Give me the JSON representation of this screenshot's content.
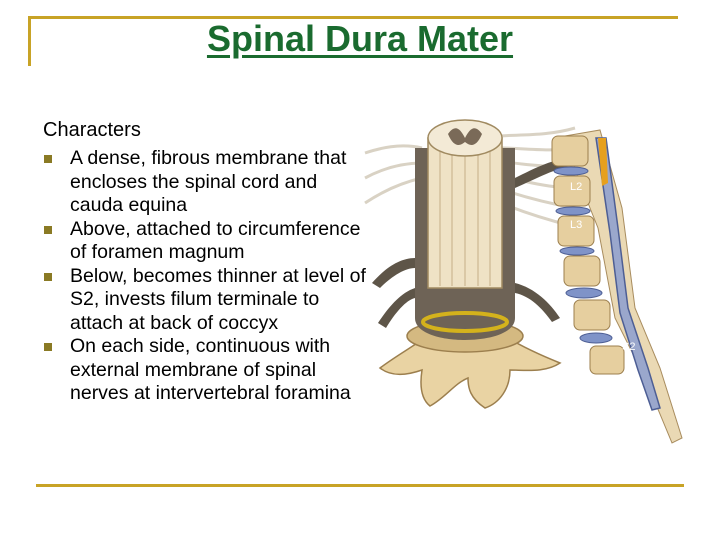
{
  "title": "Spinal Dura Mater",
  "section_heading": "Characters",
  "bullets": [
    "A dense, fibrous membrane that encloses the spinal cord and cauda equina",
    "Above, attached to circumference of foramen magnum",
    "Below, becomes thinner at level of S2, invests filum terminale to attach at back of coccyx",
    "On each side, continuous with external membrane of spinal nerves at intervertebral foramina"
  ],
  "figure": {
    "vertebra_labels": [
      "L2",
      "L3",
      "S2"
    ]
  },
  "colors": {
    "title": "#1a6b2f",
    "frame": "#c8a326",
    "bullet_marker": "#8a7a24",
    "bone": "#e9d3a3",
    "dura": "#6e6356",
    "disc": "#7f93c8"
  }
}
